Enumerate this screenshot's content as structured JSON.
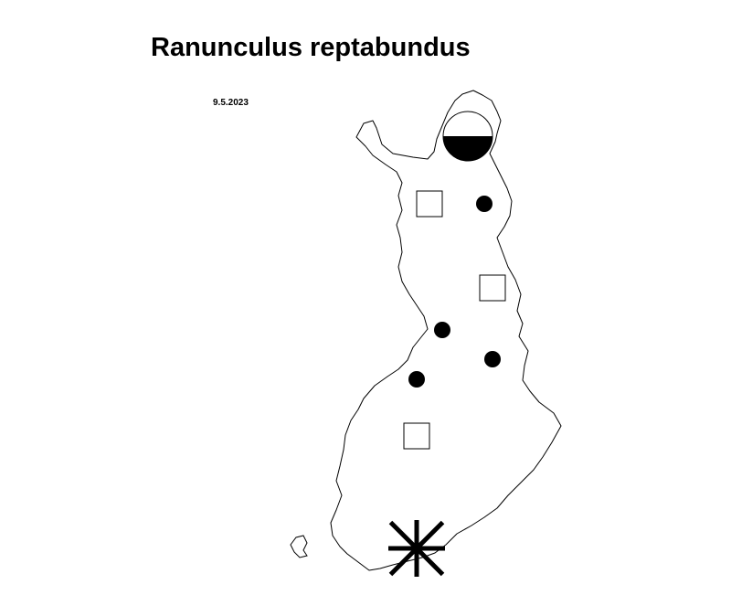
{
  "title": "Ranunculus reptabundus",
  "date": "9.5.2023",
  "map": {
    "region": "Finland",
    "outline_color": "#000000",
    "marker_color": "#000000",
    "markers": [
      {
        "symbol": "half-filled-circle-large"
      },
      {
        "symbol": "open-square"
      },
      {
        "symbol": "filled-circle"
      },
      {
        "symbol": "open-square"
      },
      {
        "symbol": "filled-circle"
      },
      {
        "symbol": "filled-circle"
      },
      {
        "symbol": "filled-circle"
      },
      {
        "symbol": "open-square"
      },
      {
        "symbol": "asterisk"
      }
    ]
  }
}
